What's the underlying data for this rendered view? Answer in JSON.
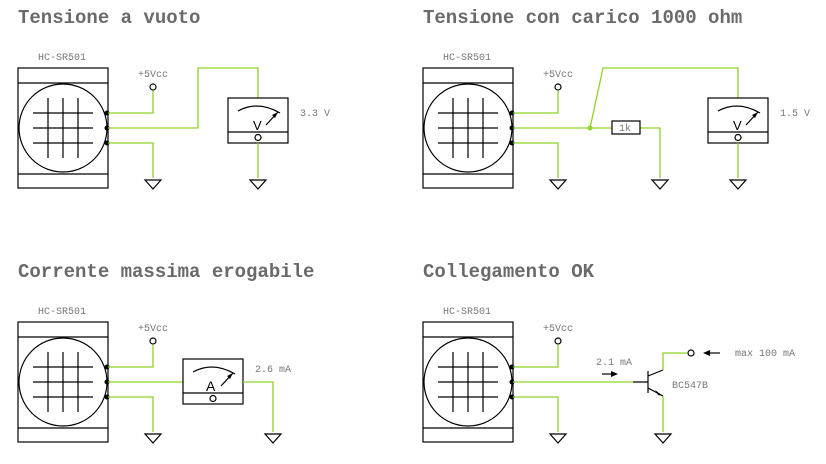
{
  "colors": {
    "wire": "#8fd32a",
    "title": "#6a6a6a"
  },
  "panels": [
    {
      "title": "Tensione a vuoto",
      "module": "HC-SR501",
      "supply": "+5Vcc",
      "reading": "3.3 V"
    },
    {
      "title": "Tensione con carico 1000 ohm",
      "module": "HC-SR501",
      "supply": "+5Vcc",
      "reading": "1.5 V",
      "resistor": "1k"
    },
    {
      "title": "Corrente massima erogabile",
      "module": "HC-SR501",
      "supply": "+5Vcc",
      "reading": "2.6 mA"
    },
    {
      "title": "Collegamento OK",
      "module": "HC-SR501",
      "supply": "+5Vcc",
      "base_current": "2.1 mA",
      "max_current": "max 100 mA",
      "transistor": "BC547B"
    }
  ]
}
